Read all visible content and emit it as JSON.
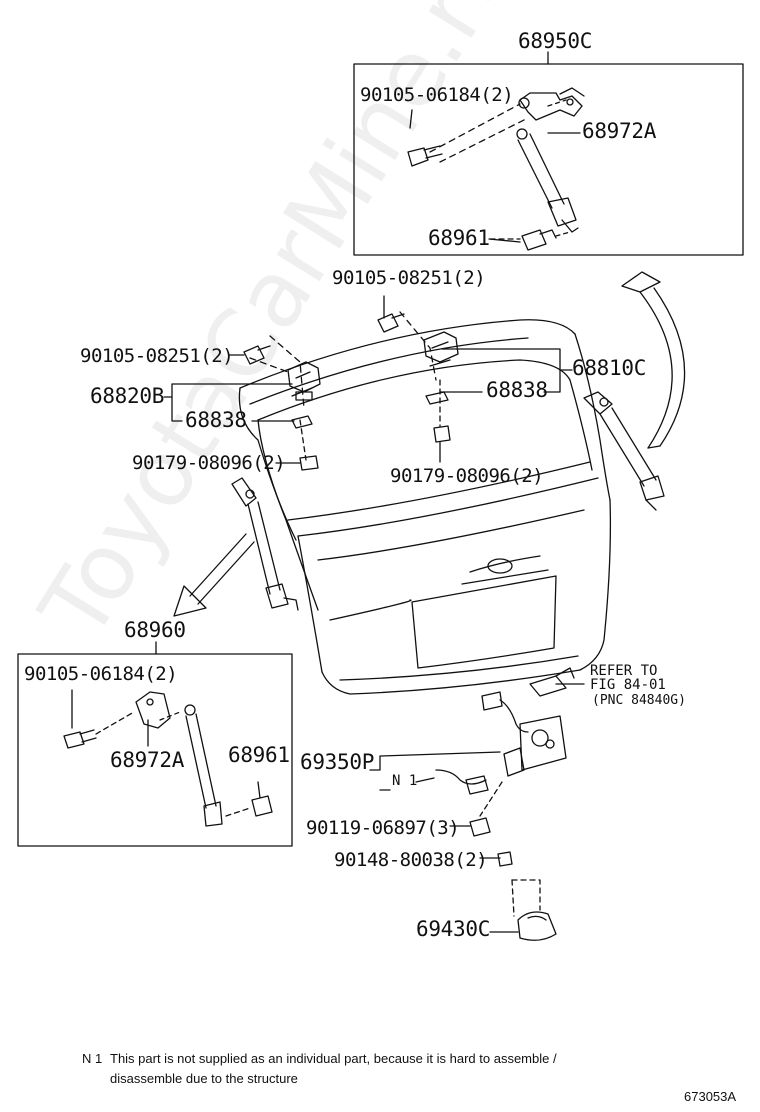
{
  "watermark": "ToyotaCarMine.ru",
  "labels": {
    "g68950C": "68950C",
    "b90105_06184_top": "90105-06184(2)",
    "p68972A_top": "68972A",
    "p68961_top": "68961",
    "b90105_08251_a": "90105-08251(2)",
    "b90105_08251_b": "90105-08251(2)",
    "g68810C": "68810C",
    "g68820B": "68820B",
    "p68838_left": "68838",
    "p68838_right": "68838",
    "b90179_08096_left": "90179-08096(2)",
    "b90179_08096_mid": "90179-08096(2)",
    "g68960": "68960",
    "b90105_06184_bot": "90105-06184(2)",
    "p68972A_bot": "68972A",
    "p68961_bot": "68961",
    "refer_to": "REFER TO",
    "fig_ref": "FIG 84-01",
    "pnc_ref": "(PNC 84840G)",
    "g69350P": "69350P",
    "n1": "N 1",
    "b90119_06897": "90119-06897(3)",
    "b90148_80038": "90148-80038(2)",
    "g69430C": "69430C"
  },
  "footnote": {
    "marker": "N 1",
    "line1": "This part is not supplied as an individual part, because it is hard to assemble /",
    "line2": "disassemble due to the structure"
  },
  "illustration_code": "673053A"
}
